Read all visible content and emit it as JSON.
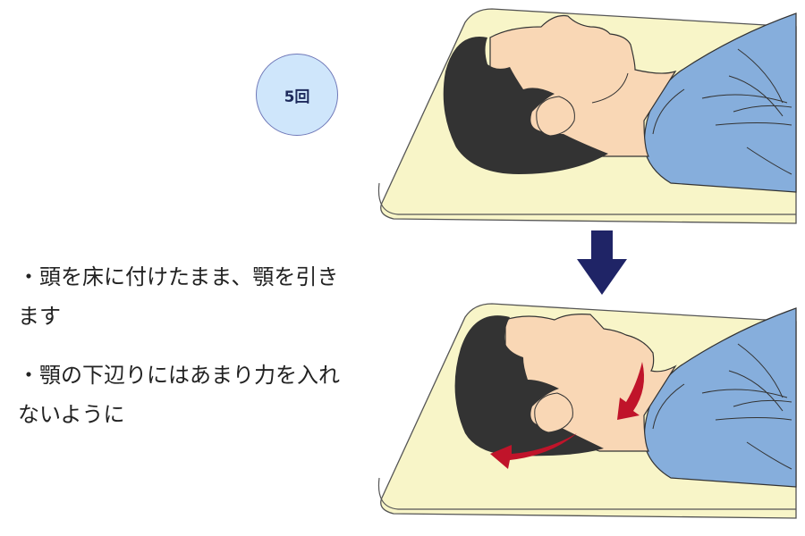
{
  "badge": {
    "label": "5回"
  },
  "instructions": [
    {
      "text": "・頭を床に付けたまま、顎を引きます"
    },
    {
      "text": "・顎の下辺りにはあまり力を入れないように"
    }
  ],
  "figures": {
    "before": {
      "description": "person lying on mat, neutral head position"
    },
    "transition_arrow": {
      "icon": "arrow-down-icon"
    },
    "after": {
      "description": "person lying on mat, chin tucked in, red arrows showing motion"
    }
  },
  "colors": {
    "badge_fill": "#cfe6fb",
    "badge_border": "#6f78b8",
    "badge_text": "#1e2a5c",
    "mat": "#f8f5c8",
    "skin": "#f9d7b5",
    "hair": "#333333",
    "shirt": "#86aedc",
    "arrow_navy": "#1f2466",
    "motion_red": "#c0142a"
  }
}
